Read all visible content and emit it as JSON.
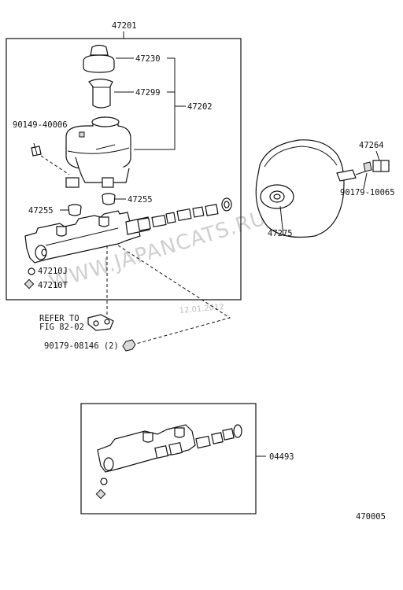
{
  "labels": {
    "assy": "47201",
    "cap": "47230",
    "strainer": "47299",
    "reservoir": "47202",
    "screw": "90149-40006",
    "grommet_right": "47255",
    "grommet_left": "47255",
    "ring_j": "47210J",
    "ring_t": "47210T",
    "refer_line1": "REFER TO",
    "refer_line2": "FIG 82-02",
    "nut": "90179-08146 (2)",
    "clevis": "47264",
    "locknut": "90179-10065",
    "booster": "47275",
    "kit": "04493",
    "figure": "470005"
  },
  "watermark": "WWW.JAPANCATS.RU",
  "stamp_date": "12.01.2012"
}
